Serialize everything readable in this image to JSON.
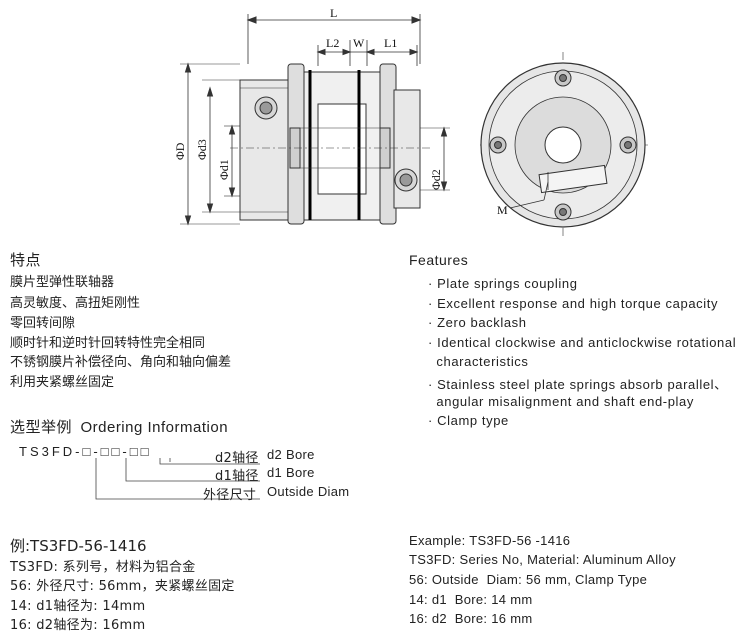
{
  "drawing": {
    "dim_L": "L",
    "dim_L2": "L2",
    "dim_W": "W",
    "dim_L1": "L1",
    "dim_D": "ΦD",
    "dim_d3": "Φd3",
    "dim_d1": "Φd1",
    "dim_d2": "Φd2",
    "dim_M": "M"
  },
  "features_cn": {
    "title": "特点",
    "items": [
      "膜片型弹性联轴器",
      "高灵敏度、高扭矩刚性",
      "零回转间隙",
      "顺时针和逆时针回转特性完全相同",
      "不锈钢膜片补偿径向、角向和轴向偏差",
      "利用夹紧螺丝固定"
    ]
  },
  "features_en": {
    "title": "Features",
    "items": [
      "· Plate springs coupling",
      "· Excellent response and high torque capacity",
      "· Zero backlash",
      "· Identical clockwise and anticlockwise rotational",
      "  characteristics",
      "· Stainless steel plate springs absorb parallel、",
      "  angular misalignment and shaft end-play",
      "· Clamp type"
    ]
  },
  "ordering": {
    "title_cn": "选型举例",
    "title_en": "Ordering Information",
    "code": "TS3FD-□-□□-□□",
    "labels": [
      {
        "cn": "d2轴径",
        "en": "d2 Bore"
      },
      {
        "cn": "d1轴径",
        "en": "d1 Bore"
      },
      {
        "cn": "外径尺寸",
        "en": "Outside Diam"
      }
    ]
  },
  "example_cn": {
    "title": "例:TS3FD-56-1416",
    "lines": [
      "TS3FD: 系列号，材料为铝合金",
      "56: 外径尺寸: 56mm，夹紧螺丝固定",
      "14: d1轴径为: 14mm",
      "16: d2轴径为: 16mm"
    ]
  },
  "example_en": {
    "title": "Example: TS3FD-56 -1416",
    "lines": [
      "TS3FD: Series No, Material: Aluminum Alloy",
      "56: Outside  Diam: 56 mm, Clamp Type",
      "14: d1  Bore: 14 mm",
      "16: d2  Bore: 16 mm"
    ]
  }
}
